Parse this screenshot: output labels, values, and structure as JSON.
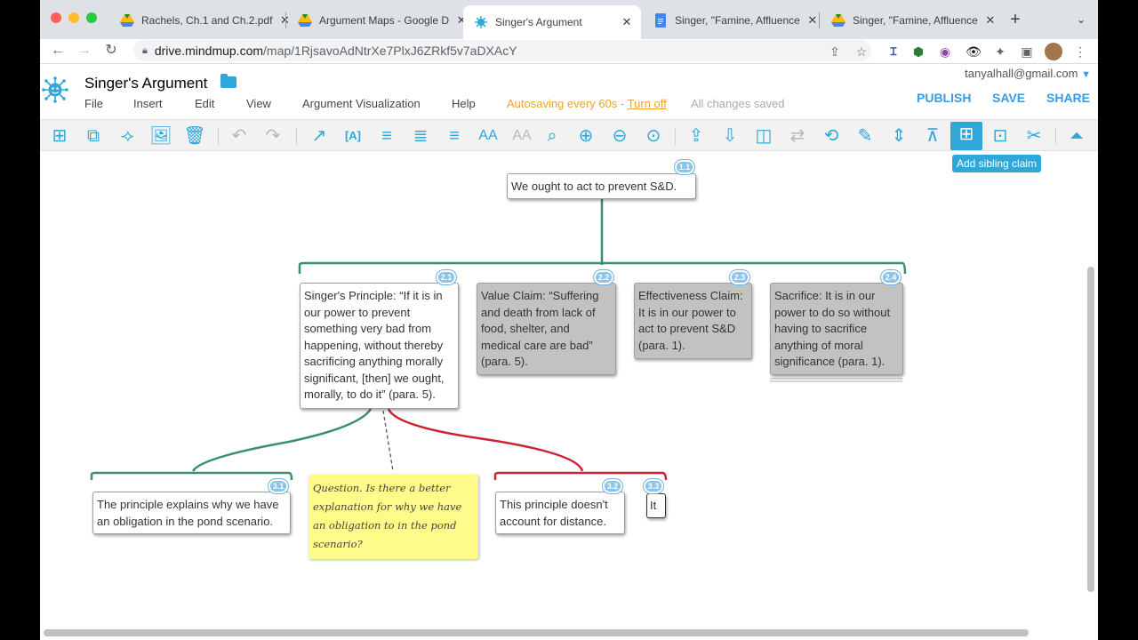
{
  "browser": {
    "tabs": [
      {
        "title": "Rachels, Ch.1 and Ch.2.pdf",
        "icon": "google-drive-icon"
      },
      {
        "title": "Argument Maps - Google D",
        "icon": "google-drive-icon"
      },
      {
        "title": "Singer's Argument",
        "icon": "mindmup-icon"
      },
      {
        "title": "Singer, \"Famine, Affluence",
        "icon": "google-docs-icon"
      },
      {
        "title": "Singer, \"Famine, Affluence",
        "icon": "google-drive-icon"
      }
    ],
    "url_host": "drive.mindmup.com",
    "url_path": "/map/1RjsavoAdNtrXe7PlxJ6ZRkf5v7aDXAcY"
  },
  "app": {
    "title": "Singer's Argument",
    "menu": [
      "File",
      "Insert",
      "Edit",
      "View",
      "Argument Visualization",
      "Help"
    ],
    "autosave_text": "Autosaving every 60s - ",
    "autosave_link": "Turn off",
    "saved_status": "All changes saved",
    "user_email": "tanyalhall@gmail.com",
    "buttons": {
      "publish": "PUBLISH",
      "save": "SAVE",
      "share": "SHARE"
    },
    "tooltip": "Add sibling claim",
    "accent_color": "#2fa7d9"
  },
  "map": {
    "nodes": [
      {
        "id": "1.1",
        "text": "We ought to act to prevent S&D."
      },
      {
        "id": "2.1",
        "text": "Singer's Principle: “If it is in our power to prevent something very bad from happening, without thereby sacrificing anything morally significant, [then] we ought, morally, to do it” (para. 5)."
      },
      {
        "id": "2.2",
        "text": "Value Claim: “Suffering and death from lack of food, shelter, and medical care are bad” (para. 5)."
      },
      {
        "id": "2.3",
        "text": "Effectiveness Claim: It is in our power to act to prevent S&D (para. 1)."
      },
      {
        "id": "2.4",
        "text": "Sacrifice: It is in our power to do so without having to sacrifice anything of moral significance (para. 1)."
      },
      {
        "id": "3.1",
        "text": "The principle explains why we have an obligation in the pond scenario."
      },
      {
        "id": "3.2",
        "text": "This principle doesn't account for distance."
      },
      {
        "id": "3.3",
        "text": "It"
      }
    ],
    "note": "Question. Is there a better explanation for why we have an obligation to in the pond scenario?",
    "colors": {
      "support": "#3a8f6a",
      "oppose": "#cc2233",
      "co_premise_fill": "#c2c2c2",
      "note_fill": "#fffb8a"
    }
  }
}
